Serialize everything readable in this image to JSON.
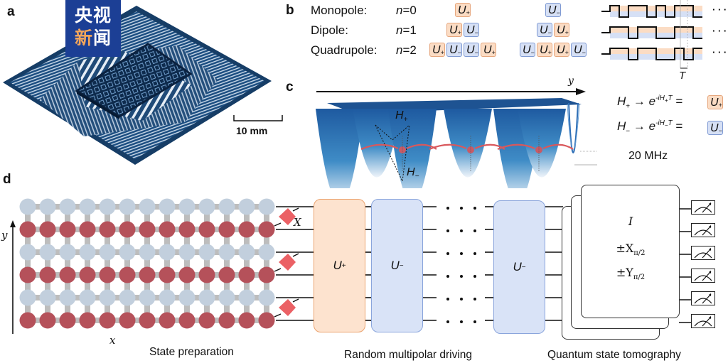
{
  "panels": {
    "a": "a",
    "b": "b",
    "c": "c",
    "d": "d"
  },
  "watermark": {
    "line1": "央视",
    "line2_left": "新",
    "line2_right": "闻"
  },
  "panel_a": {
    "scale_bar_label": "10 mm",
    "colors": {
      "chip": "#1d4f82",
      "chip_edge": "#163d66",
      "lines": "#b8cbe0"
    }
  },
  "panel_b": {
    "rows": [
      {
        "label": "Monopole:",
        "n_symbol": "n",
        "n_value": "=0",
        "sequence_left": [
          "+"
        ],
        "sequence_right": [
          "−"
        ]
      },
      {
        "label": "Dipole:",
        "n_symbol": "n",
        "n_value": "=1",
        "sequence_left": [
          "+",
          "−"
        ],
        "sequence_right": [
          "−",
          "+"
        ]
      },
      {
        "label": "Quadrupole:",
        "n_symbol": "n",
        "n_value": "=2",
        "sequence_left": [
          "+",
          "−",
          "−",
          "+"
        ],
        "sequence_right": [
          "−",
          "+",
          "+",
          "−"
        ]
      }
    ],
    "gate_symbol": "U",
    "period_label": "T",
    "ellipsis": "· · ·",
    "colors": {
      "plus_fill": "#fbdcc4",
      "plus_border": "#e6a67d",
      "minus_fill": "#d6e0f5",
      "minus_border": "#7f9ad3"
    }
  },
  "panel_c": {
    "axis_label": "y",
    "h_plus_label": "H",
    "h_plus_sub": "+",
    "h_minus_label": "H",
    "h_minus_sub": "−",
    "equations": [
      {
        "lhs": "H",
        "lhs_sub": "+",
        "arrow": "→",
        "exp_base": "e",
        "exp_power": "-iH",
        "exp_sub": "+",
        "exp_T": "T",
        "equals": "=",
        "result_sub": "+"
      },
      {
        "lhs": "H",
        "lhs_sub": "−",
        "arrow": "→",
        "exp_base": "e",
        "exp_power": "-iH",
        "exp_sub": "−",
        "exp_T": "T",
        "equals": "=",
        "result_sub": "−"
      }
    ],
    "energy_label": "20 MHz",
    "colors": {
      "well_top": "#1e5aa0",
      "well_bottom": "#dbe8f5",
      "hop_arrow": "#d9585c"
    }
  },
  "panel_d": {
    "axis_x": "x",
    "axis_y": "y",
    "lattice": {
      "columns": 13,
      "rows": [
        "light",
        "dark",
        "light",
        "dark",
        "light",
        "dark"
      ]
    },
    "pulse_label": "X",
    "gates": [
      {
        "type": "plus",
        "label": "U",
        "sub": "+"
      },
      {
        "type": "minus",
        "label": "U",
        "sub": "−"
      },
      {
        "type": "minus",
        "label": "U",
        "sub": "−"
      }
    ],
    "tomography_ops": [
      "I",
      "±X",
      "±Y"
    ],
    "tomography_subs": [
      "",
      "π/2",
      "π/2"
    ],
    "captions": {
      "state_prep": "State preparation",
      "driving": "Random multipolar driving",
      "tomography": "Quantum state tomography"
    },
    "measurement_count": 6,
    "colors": {
      "light_qubit": "#c2cfdd",
      "dark_qubit": "#b5515a",
      "coupler": "#bdbdbd",
      "pulse": "#e8454a"
    }
  }
}
